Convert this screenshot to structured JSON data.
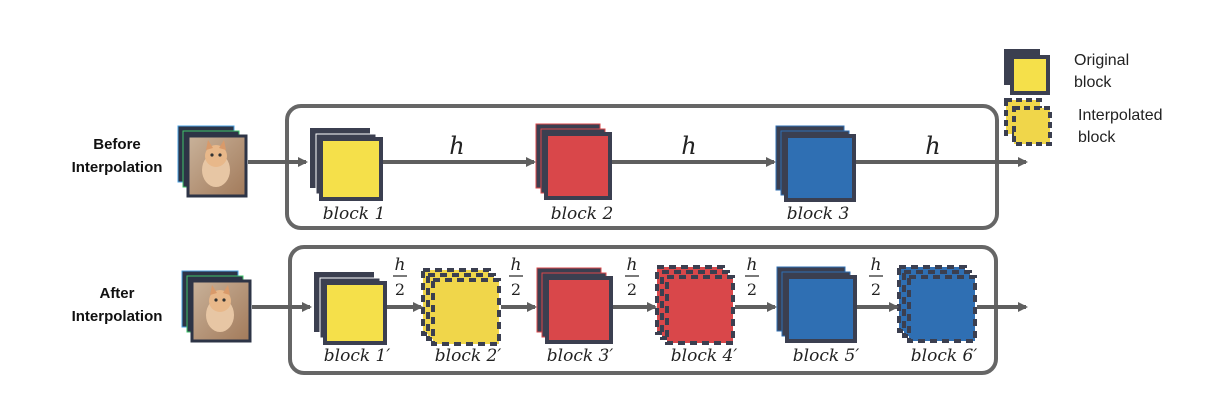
{
  "legend": {
    "original": "Original block",
    "original_line1": "Original",
    "original_line2": "block",
    "interpolated": "Interpolated block",
    "interpolated_line1": "Interpolated",
    "interpolated_line2": "block"
  },
  "before": {
    "label_line1": "Before",
    "label_line2": "Interpolation",
    "blocks": [
      {
        "label": "block 1",
        "color": "#f5e04a",
        "type": "original"
      },
      {
        "label": "block 2",
        "color": "#d9474a",
        "type": "original"
      },
      {
        "label": "block 3",
        "color": "#2f6fb3",
        "type": "original"
      }
    ],
    "edge_label": "h"
  },
  "after": {
    "label_line1": "After",
    "label_line2": "Interpolation",
    "blocks": [
      {
        "label": "block 1′",
        "color": "#f5e04a",
        "type": "original"
      },
      {
        "label": "block 2′",
        "color": "#f0d64a",
        "type": "interpolated"
      },
      {
        "label": "block 3′",
        "color": "#d9474a",
        "type": "original"
      },
      {
        "label": "block 4′",
        "color": "#d9474a",
        "type": "interpolated"
      },
      {
        "label": "block 5′",
        "color": "#2f6fb3",
        "type": "original"
      },
      {
        "label": "block 6′",
        "color": "#2f6fb3",
        "type": "interpolated"
      }
    ],
    "edge_num": "h",
    "edge_den": "2"
  },
  "colors": {
    "stack_dark": "#3b3f50",
    "frame": "#666666",
    "arrow": "#5f5f5f",
    "yellow": "#f5e04a",
    "interp_yellow": "#f0d64a",
    "red": "#d9474a",
    "blue": "#2f6fb3"
  },
  "icons": [
    "cat-image-icon"
  ]
}
